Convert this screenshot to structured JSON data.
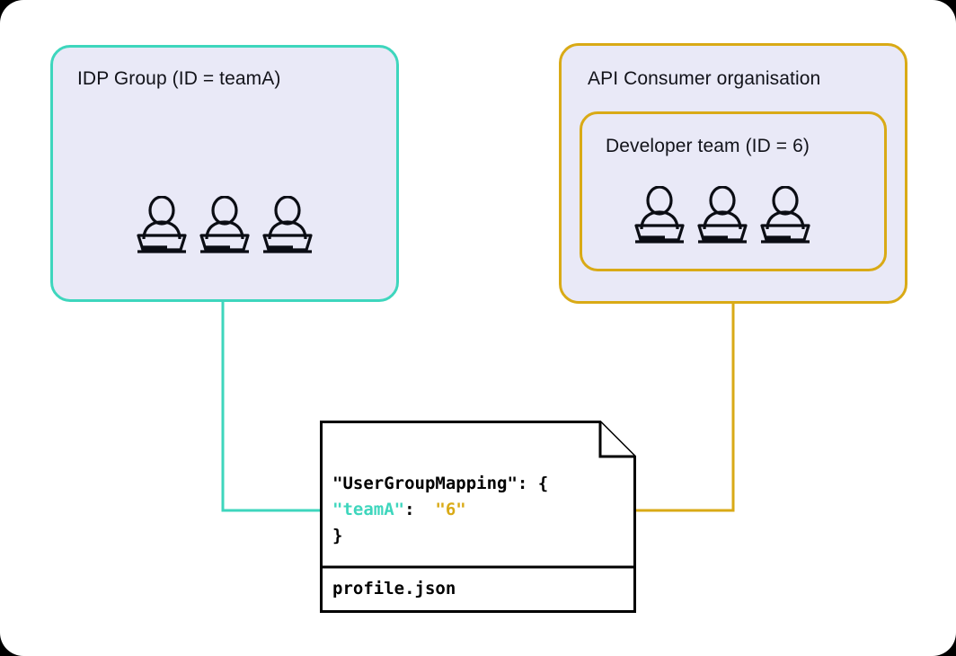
{
  "diagram": {
    "title_hidden": "",
    "colors": {
      "teal": "#3ed6bd",
      "amber": "#d9aa16",
      "box_fill": "#e9e9f7",
      "canvas": "#ffffff",
      "text": "#12131a",
      "outline": "#000000"
    }
  },
  "left_group": {
    "title": "IDP Group (ID = teamA)",
    "people_count": 3,
    "person_icon": "person-at-laptop-icon"
  },
  "right_group": {
    "title": "API Consumer organisation",
    "inner": {
      "title": "Developer team (ID = 6)",
      "people_count": 3,
      "person_icon": "person-at-laptop-icon"
    }
  },
  "document": {
    "filename": "profile.json",
    "code_lines": [
      {
        "plain_before": "\"UserGroupMapping\": {",
        "key": "",
        "mid": "",
        "value": "",
        "plain_after": ""
      },
      {
        "plain_before": "  ",
        "key": "\"teamA\"",
        "mid": ": ",
        "value": "\"6\"",
        "plain_after": ""
      },
      {
        "plain_before": "}",
        "key": "",
        "mid": "",
        "value": "",
        "plain_after": ""
      }
    ],
    "line1": "\"UserGroupMapping\": {",
    "line2_key": "\"teamA\"",
    "line2_colon": ":",
    "line2_value": "\"6\"",
    "line3": "}"
  },
  "connectors": {
    "teal": {
      "name": "idp-group-to-mapping-key-arrow",
      "color": "#3ed6bd",
      "arrow_direction": "right"
    },
    "amber": {
      "name": "developer-team-to-mapping-value-arrow",
      "color": "#d9aa16",
      "arrow_direction": "left"
    }
  }
}
